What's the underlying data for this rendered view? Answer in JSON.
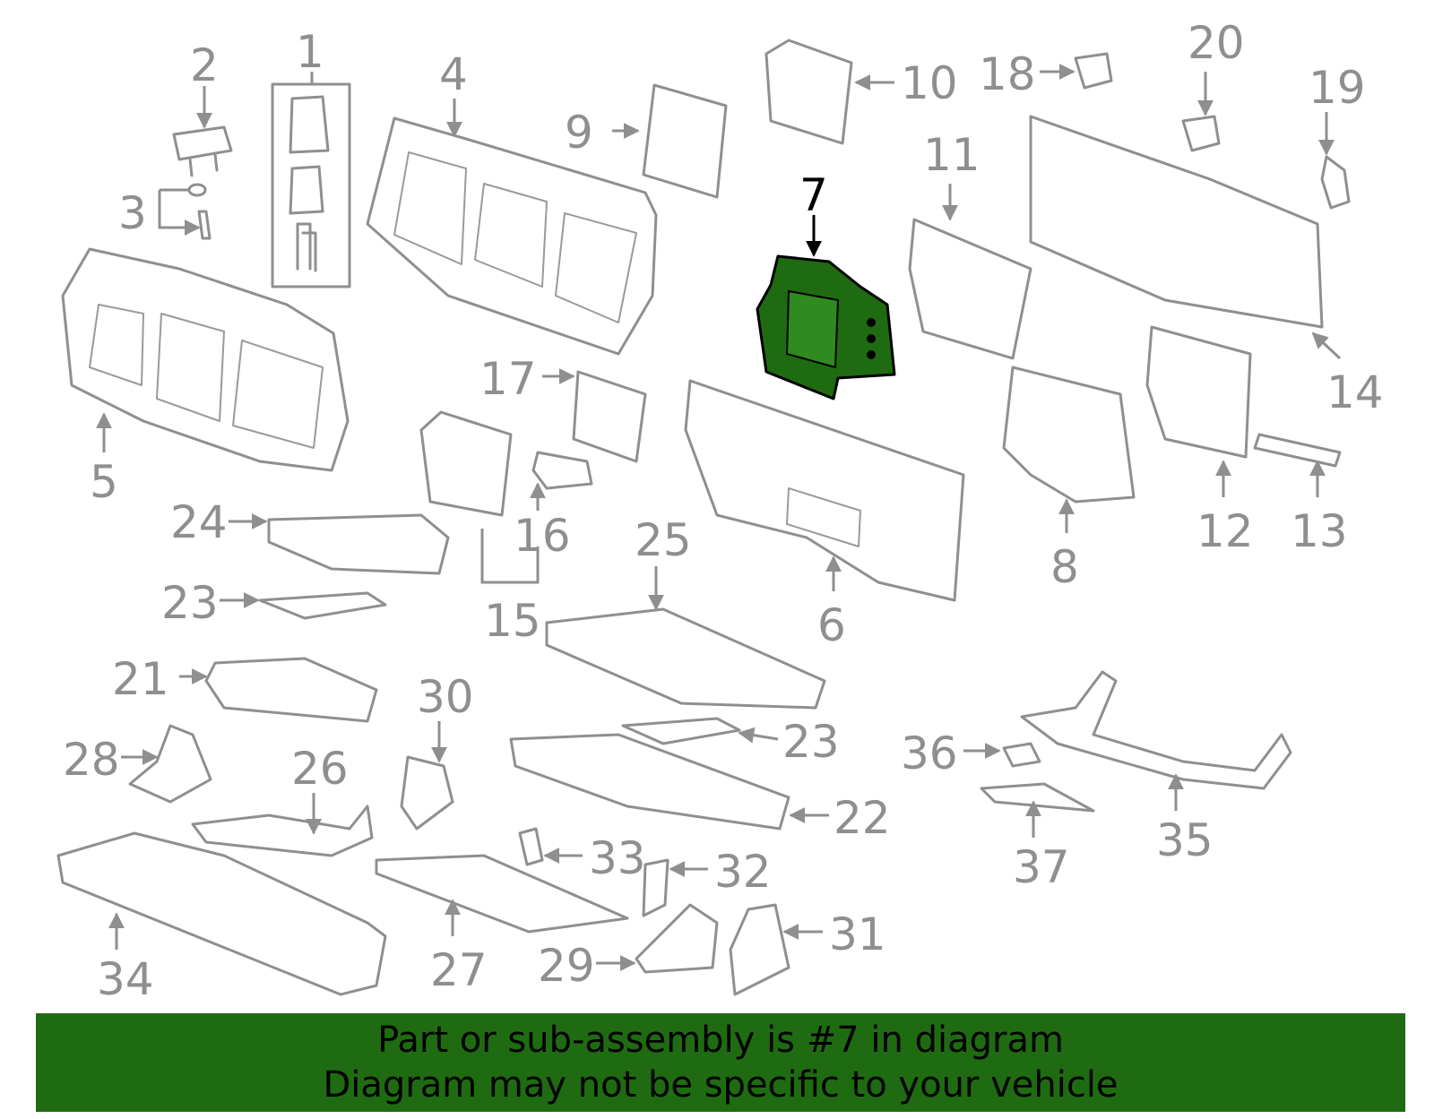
{
  "diagram": {
    "highlighted_part": "7",
    "highlight_color": "#1f6b12",
    "line_color": "#8f8f8f",
    "callouts": [
      "1",
      "2",
      "3",
      "4",
      "5",
      "6",
      "7",
      "8",
      "9",
      "10",
      "11",
      "12",
      "13",
      "14",
      "15",
      "16",
      "17",
      "18",
      "19",
      "20",
      "21",
      "22",
      "23",
      "23",
      "24",
      "25",
      "26",
      "27",
      "28",
      "29",
      "30",
      "31",
      "32",
      "33",
      "34",
      "35",
      "36",
      "37"
    ]
  },
  "banner": {
    "line1": "Part or sub-assembly is #7 in diagram",
    "line2": "Diagram may not be specific to your vehicle",
    "background": "#1f6b12"
  }
}
